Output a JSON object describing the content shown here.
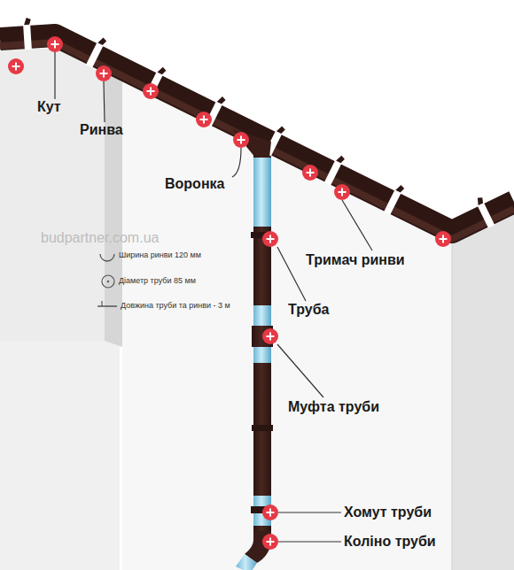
{
  "diagram": {
    "labels": [
      "budpartner.com.ua",
      "Кут",
      "Ринва",
      "Воронка",
      "Ширина ринви 120 мм",
      "Діаметр труби 85 мм",
      "Довжина труби та ринви - 3 м",
      "Тримач ринви",
      "Труба",
      "Муфта труби",
      "Хомут труби",
      "Коліно труби"
    ]
  }
}
